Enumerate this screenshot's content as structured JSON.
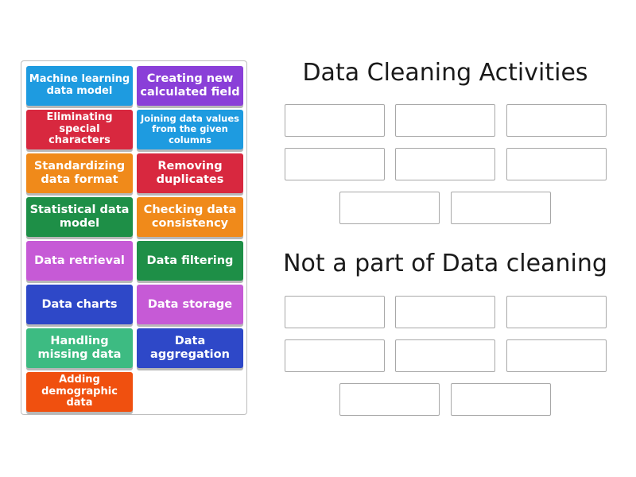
{
  "cards": [
    {
      "label": "Machine learning data model",
      "color": "#1e9be0"
    },
    {
      "label": "Creating new calculated field",
      "color": "#8a3fd8"
    },
    {
      "label": "Eliminating special characters",
      "color": "#d8283f"
    },
    {
      "label": "Joining data values from the given columns",
      "color": "#1e9be0"
    },
    {
      "label": "Standardizing data format",
      "color": "#f08a1a"
    },
    {
      "label": "Removing duplicates",
      "color": "#d8283f"
    },
    {
      "label": "Statistical data model",
      "color": "#1e8f47"
    },
    {
      "label": "Checking data consistency",
      "color": "#f08a1a"
    },
    {
      "label": "Data retrieval",
      "color": "#c65ad6"
    },
    {
      "label": "Data filtering",
      "color": "#1e8f47"
    },
    {
      "label": "Data charts",
      "color": "#2e48c8"
    },
    {
      "label": "Data storage",
      "color": "#c65ad6"
    },
    {
      "label": "Handling missing data",
      "color": "#3dbb82"
    },
    {
      "label": "Data aggregation",
      "color": "#2e48c8"
    },
    {
      "label": "Adding demographic data",
      "color": "#f0500f"
    }
  ],
  "groups": [
    {
      "title": "Data Cleaning Activities"
    },
    {
      "title": "Not a part of Data cleaning"
    }
  ]
}
